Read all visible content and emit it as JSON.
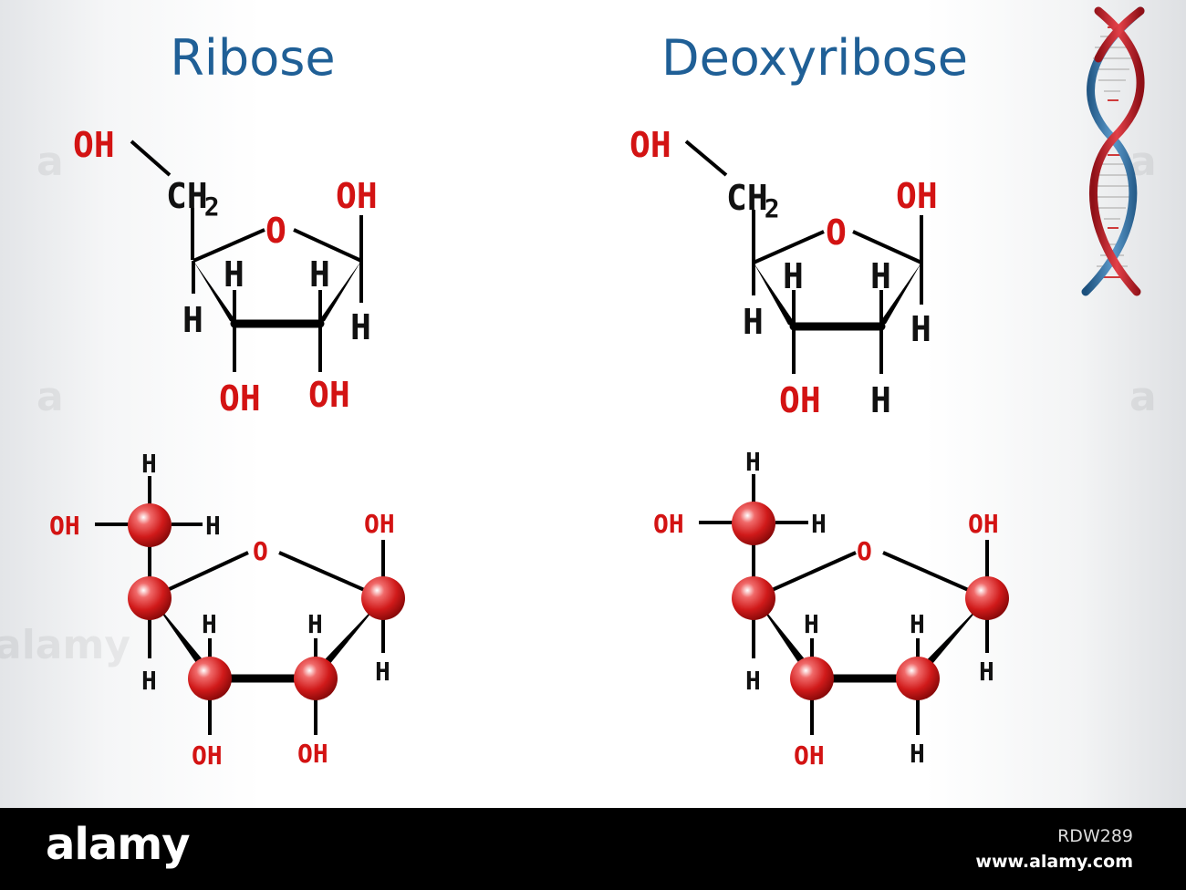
{
  "titles": {
    "ribose": "Ribose",
    "deoxyribose": "Deoxyribose"
  },
  "atoms": {
    "oh": "OH",
    "ch2": "CH",
    "ch2_sub": "2",
    "o": "O",
    "h": "H"
  },
  "watermark": {
    "side": "a",
    "left_band": "alamy"
  },
  "footer": {
    "logo": "alamy",
    "image_id": "RDW289",
    "site": "www.alamy.com"
  },
  "colors": {
    "title": "#1f5f96",
    "oxygen": "#d31313",
    "carbon_ball": "#d01a1a",
    "bond": "#000000",
    "helix_red": "#c8202a",
    "helix_blue": "#2b6ea4"
  },
  "icons": {
    "dna": "dna-helix-icon"
  }
}
